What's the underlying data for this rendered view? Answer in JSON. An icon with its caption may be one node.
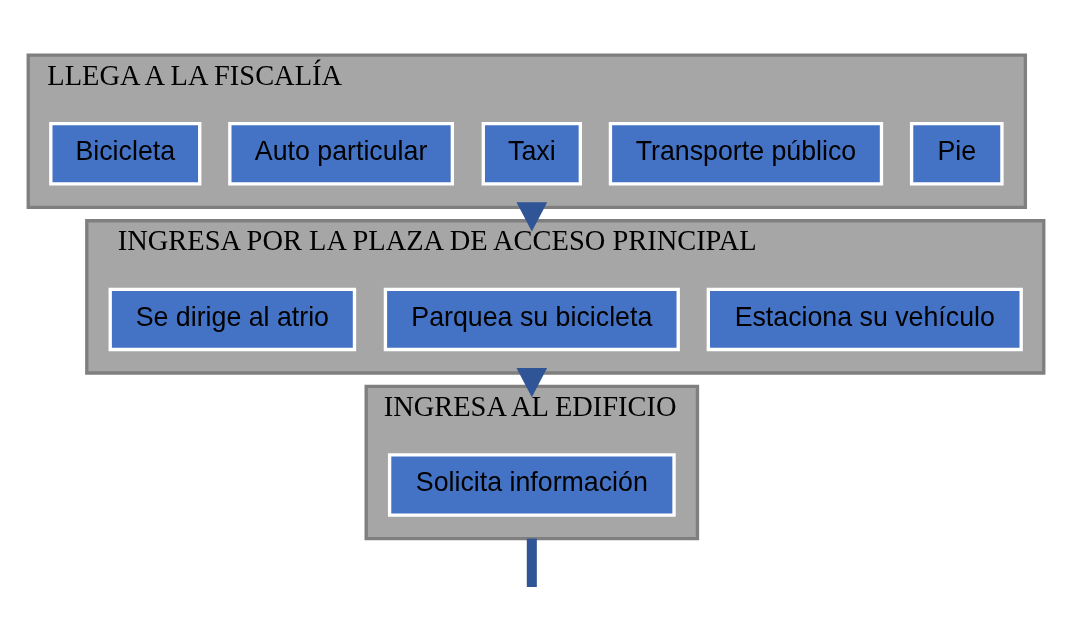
{
  "diagram": {
    "nodes": [
      {
        "text": [
          "LLEGA A LA FISCALÍA"
        ]
      },
      {
        "text": [
          "Pie"
        ],
        "in": 0
      },
      {
        "text": [
          "Transporte público"
        ],
        "in": 0
      },
      {
        "text": [
          "Taxi"
        ],
        "in": 0
      },
      {
        "text": [
          "Auto particular"
        ],
        "in": 0
      },
      {
        "text": [
          "Bicicleta"
        ],
        "in": 0
      },
      {
        "text": [
          "INGRESA POR LA PLAZA DE ACCESO PRINCIPAL"
        ]
      },
      {
        "text": [
          "Estaciona su vehículo"
        ],
        "in": 6
      },
      {
        "text": [
          "Parquea su bicicleta"
        ],
        "in": 6
      },
      {
        "text": [
          "Se dirige al atrio"
        ],
        "in": 6
      },
      {
        "text": [
          "INGRESA AL EDIFICIO"
        ]
      },
      {
        "text": [
          "Solicita información"
        ],
        "in": 10
      }
    ],
    "edges": [
      {
        "from": 0,
        "to": 6,
        "arrow": "to"
      },
      {
        "from": 6,
        "to": 10,
        "arrow": "to"
      },
      {
        "from": 10,
        "to": null,
        "arrow": "none"
      }
    ]
  }
}
